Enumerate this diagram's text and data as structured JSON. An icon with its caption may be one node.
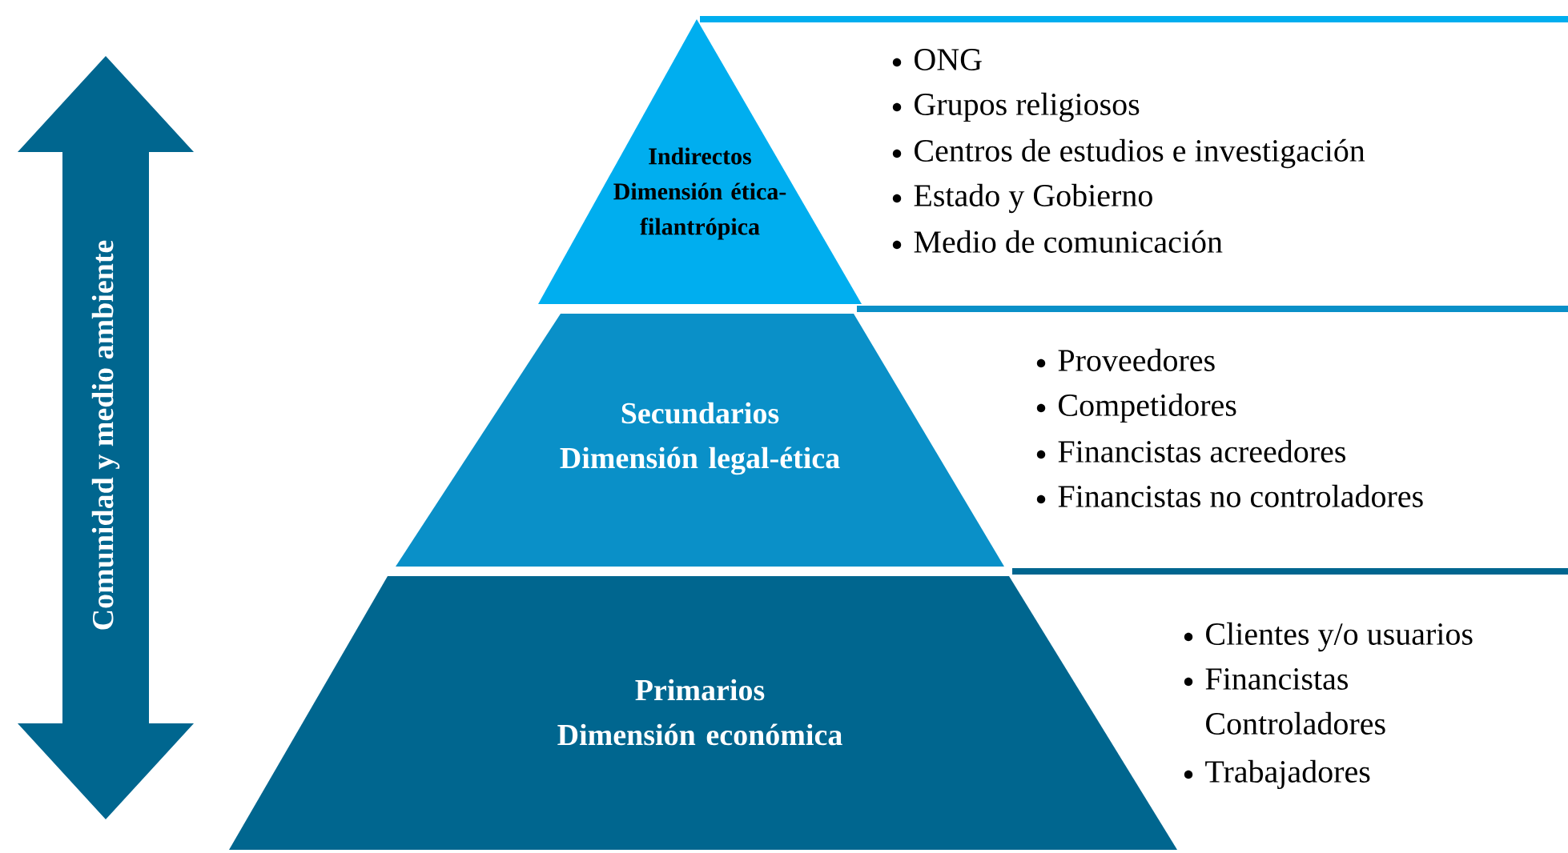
{
  "diagram": {
    "nodes": [
      {
        "text": [
          "Comunidad y medio ambiente"
        ]
      },
      {
        "text": [
          "Indirectos",
          "Dimensión ética-filantrópica"
        ]
      },
      {
        "text": [
          "ONG",
          "Grupos religiosos",
          "Centros de estudios e investigación",
          "Estado y Gobierno",
          "Medio de comunicación"
        ]
      },
      {
        "text": [
          "Secundarios",
          "Dimensión legal-ética"
        ]
      },
      {
        "text": [
          "Proveedores",
          "Competidores",
          "Financistas acreedores",
          "Financistas no controladores"
        ]
      },
      {
        "text": [
          "Primarios",
          "Dimensión económica"
        ]
      },
      {
        "text": [
          "Clientes y/o usuarios",
          "Financistas Controladores",
          "Trabajadores"
        ]
      }
    ]
  }
}
